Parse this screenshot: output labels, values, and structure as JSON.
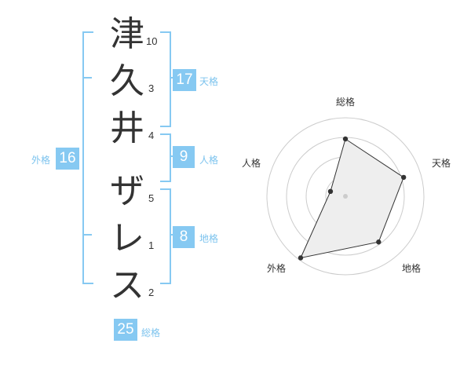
{
  "name": {
    "chars": [
      {
        "char": "津",
        "strokes": "10"
      },
      {
        "char": "久",
        "strokes": "3"
      },
      {
        "char": "井",
        "strokes": "4"
      },
      {
        "char": "ザ",
        "strokes": "5"
      },
      {
        "char": "レ",
        "strokes": "1"
      },
      {
        "char": "ス",
        "strokes": "2"
      }
    ]
  },
  "kaku": {
    "tenkaku": {
      "label": "天格",
      "value": "17"
    },
    "jinkaku": {
      "label": "人格",
      "value": "9"
    },
    "chikaku": {
      "label": "地格",
      "value": "8"
    },
    "gaikaku": {
      "label": "外格",
      "value": "16"
    },
    "soukaku": {
      "label": "総格",
      "value": "25"
    }
  },
  "colors": {
    "accent": "#86c9f2",
    "accent_text": "#7cc3ee",
    "text": "#333333",
    "grid": "#cccccc",
    "fill": "#eeeeee"
  },
  "chart_data": {
    "type": "radar",
    "axes": [
      "総格",
      "天格",
      "地格",
      "外格",
      "人格"
    ],
    "values": [
      0.73,
      0.78,
      0.72,
      0.97,
      0.2
    ],
    "rings": 4,
    "range": [
      0,
      1
    ]
  }
}
